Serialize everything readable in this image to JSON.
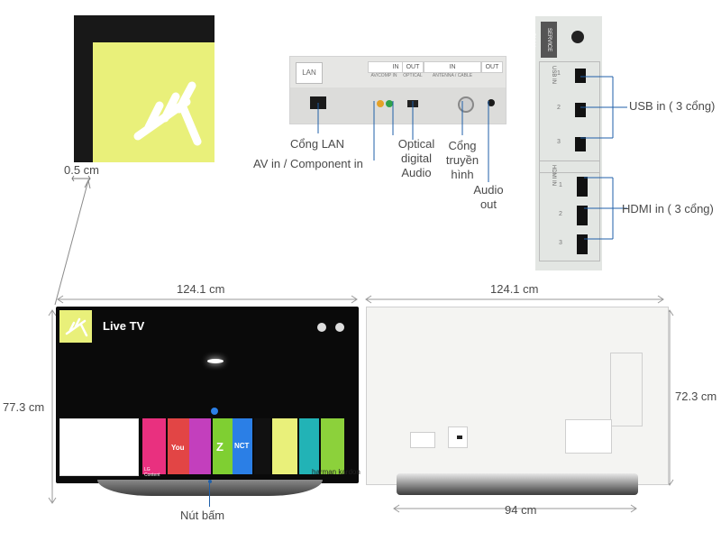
{
  "zoom_measure": "0.5 cm",
  "ports": {
    "lan_sticker": "LAN",
    "headers": [
      "IN",
      "OUT",
      "IN",
      "OUT"
    ],
    "sub_labels": [
      "AV/COMP IN",
      "OPTICAL",
      "ANTENNA / CABLE"
    ],
    "callouts": {
      "lan": "Cổng LAN",
      "av": "AV in / Component in",
      "optical": [
        "Optical",
        "digital",
        "Audio"
      ],
      "antenna": [
        "Cổng",
        "truyền",
        "hình"
      ],
      "audio_out": [
        "Audio",
        "out"
      ]
    }
  },
  "side_ports": {
    "service_label": "SERVICE ONLY",
    "usb_group": "USB IN",
    "hdmi_group": "HDMI IN",
    "usb_numbers": [
      "1",
      "2",
      "3"
    ],
    "hdmi_numbers": [
      "1",
      "2",
      "3"
    ],
    "usb_callout": "USB in ( 3 cổng)",
    "hdmi_callout": "HDMI in ( 3 cổng)"
  },
  "front": {
    "width": "124.1 cm",
    "height": "77.3 cm",
    "screen_title": "Live TV",
    "button_label": "Nút bấm",
    "brand": "harman kardon",
    "tiles": [
      {
        "label": "",
        "color": "#ffffff"
      },
      {
        "label": "LG Content",
        "color": "#e9307f"
      },
      {
        "label": "You",
        "color": "#e24545"
      },
      {
        "label": "",
        "color": "#c33fbd"
      },
      {
        "label": "Z",
        "color": "#7fcf32"
      },
      {
        "label": "NCT",
        "color": "#2b7fe6"
      },
      {
        "label": "",
        "color": "#111111"
      },
      {
        "label": "",
        "color": "#e9f07a"
      },
      {
        "label": "",
        "color": "#22b3b6"
      },
      {
        "label": "",
        "color": "#8cd13b"
      }
    ]
  },
  "back": {
    "width": "124.1 cm",
    "height": "72.3 cm",
    "stand_width": "94 cm"
  },
  "colors": {
    "accent": "#e9f07a",
    "dim_line": "#9a9a9a",
    "callout_line": "#1f5fa8"
  }
}
